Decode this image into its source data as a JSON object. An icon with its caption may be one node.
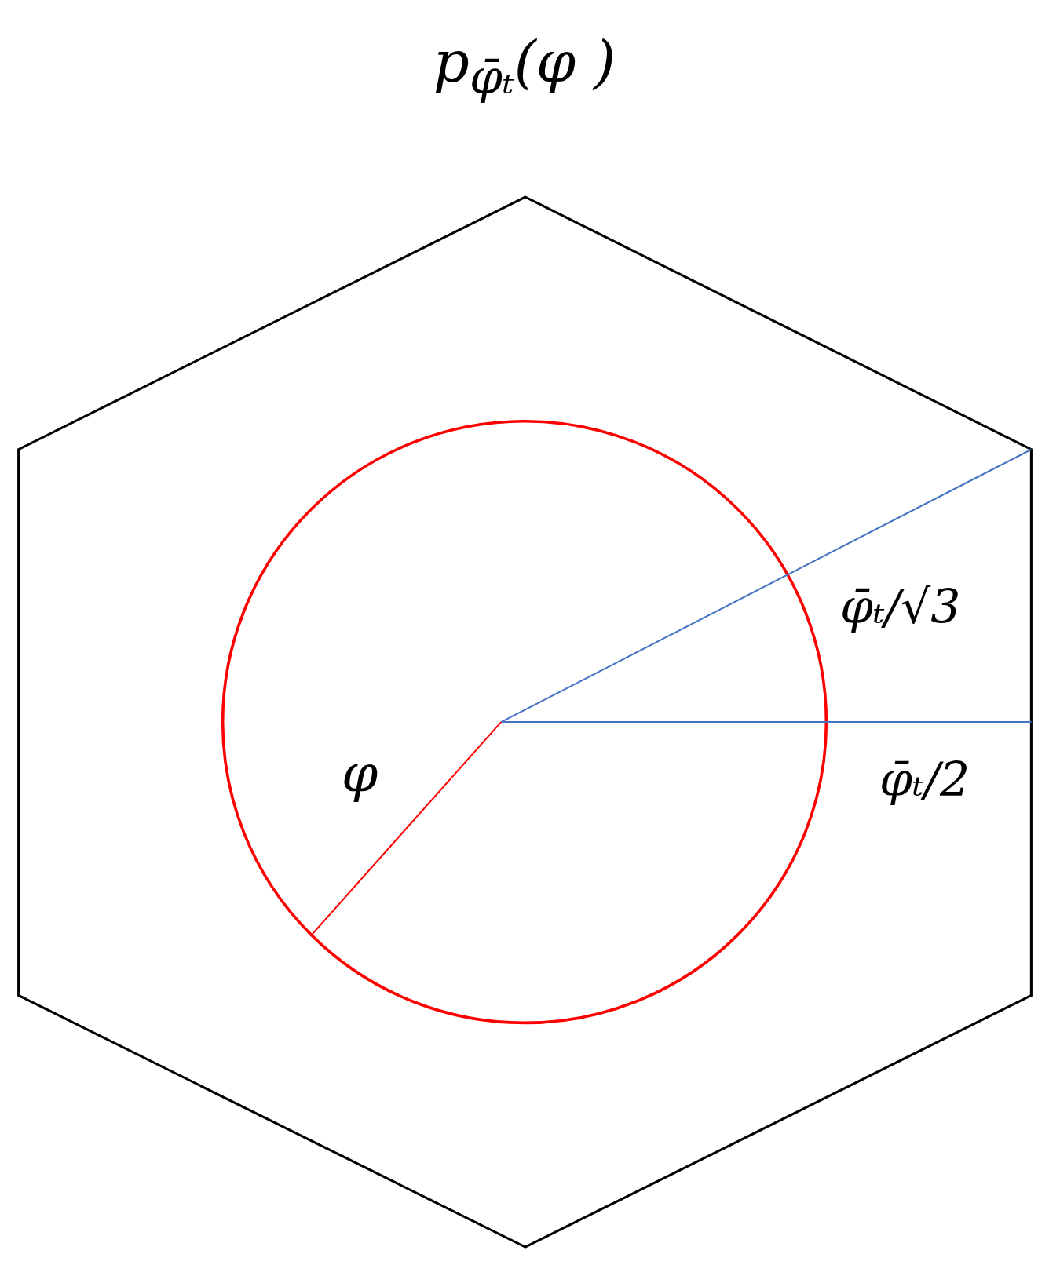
{
  "diagram": {
    "title": "p$_{φ̄ₜ}$(φ )",
    "labels": [
      "φ̄ₜ/√3",
      "φ̄ₜ/2",
      "φ"
    ]
  }
}
